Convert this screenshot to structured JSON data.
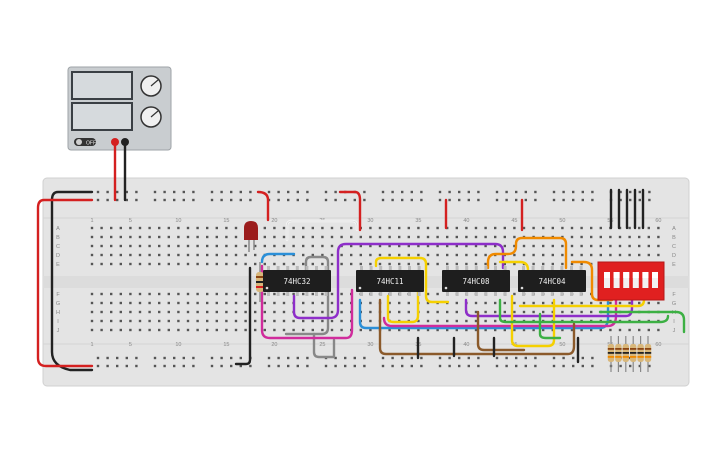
{
  "power_supply": {
    "voltage_display": "",
    "current_display": "",
    "off_label": "OFF"
  },
  "breadboard": {
    "column_numbers": [
      "1",
      "5",
      "10",
      "15",
      "20",
      "25",
      "30",
      "35",
      "40",
      "45",
      "50",
      "55",
      "60"
    ],
    "row_letters_top": [
      "A",
      "B",
      "C",
      "D",
      "E"
    ],
    "row_letters_bottom": [
      "F",
      "G",
      "H",
      "I",
      "J"
    ]
  },
  "chips": [
    {
      "label": "74HC32"
    },
    {
      "label": "74HC11"
    },
    {
      "label": "74HC08"
    },
    {
      "label": "74HC04"
    }
  ],
  "colors": {
    "board": "#e4e4e4",
    "chip": "#1e1e1e",
    "dip_switch": "#e02020",
    "led": "#9b1c1c",
    "wire_red": "#d42020",
    "wire_black": "#222222",
    "wire_purple": "#8e2ec9",
    "wire_yellow": "#f5d000",
    "wire_orange": "#f08a00",
    "wire_blue": "#2a8fd8",
    "wire_magenta": "#d02c9c",
    "wire_green": "#3cb043",
    "wire_brown": "#8b5a2b",
    "wire_gray": "#888888",
    "wire_white": "#f8f8f8"
  }
}
